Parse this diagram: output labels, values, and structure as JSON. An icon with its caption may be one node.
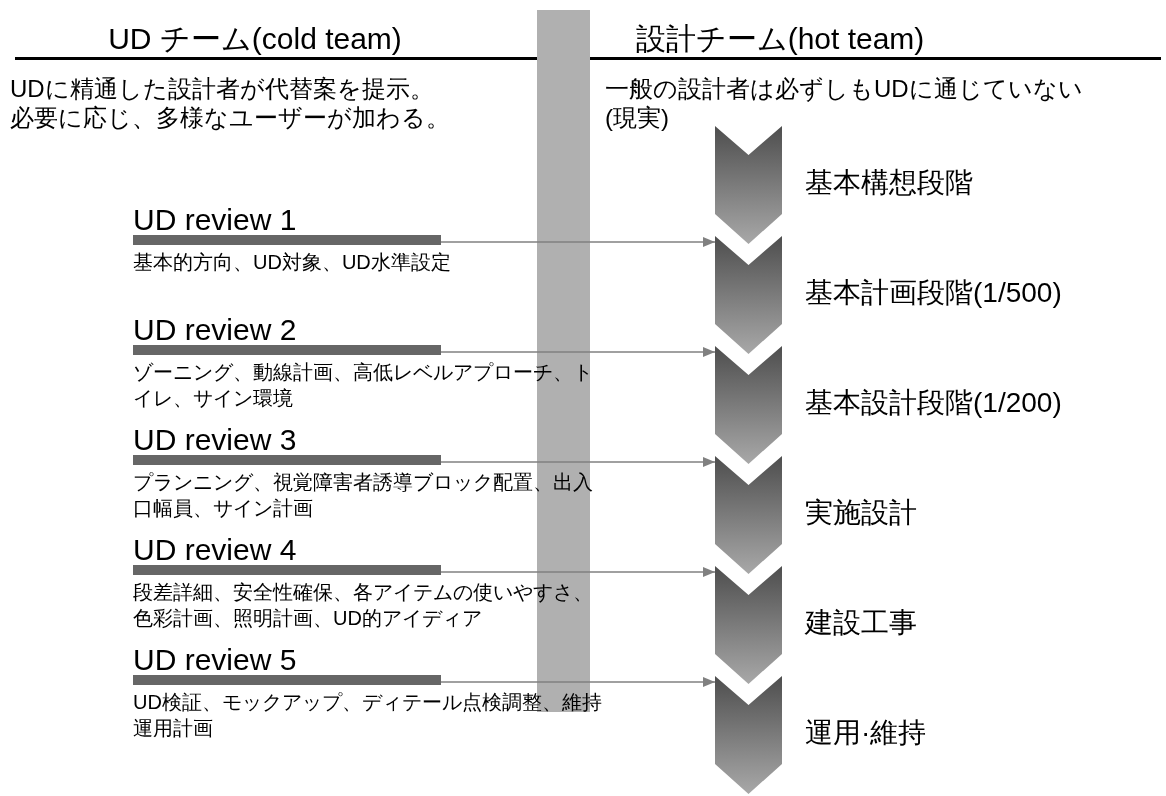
{
  "diagram": {
    "nodes": [
      {
        "text": [
          "UD review 1"
        ],
        "beside": [
          "基本的方向、UD対象、UD水準設定"
        ]
      },
      {
        "text": [
          "UD review 2"
        ],
        "beside": [
          "ゾーニング、動線計画、高低レベルアプローチ、トイレ、サイン環境"
        ]
      },
      {
        "text": [
          "UD review 3"
        ],
        "beside": [
          "プランニング、視覚障害者誘導ブロック配置、出入口幅員、サイン計画"
        ]
      },
      {
        "text": [
          "UD review 4"
        ],
        "beside": [
          "段差詳細、安全性確保、各アイテムの使いやすさ、色彩計画、照明計画、UD的アイディア"
        ]
      },
      {
        "text": [
          "UD review 5"
        ],
        "beside": [
          "UD検証、モックアップ、ディテール点検調整、維持運用計画"
        ]
      },
      {
        "text": [],
        "shape": "chevron",
        "beside": [
          "基本構想段階"
        ]
      },
      {
        "text": [],
        "shape": "chevron",
        "beside": [
          "基本計画段階(1/500)"
        ]
      },
      {
        "text": [],
        "shape": "chevron",
        "beside": [
          "基本設計段階(1/200)"
        ]
      },
      {
        "text": [],
        "shape": "chevron",
        "beside": [
          "実施設計"
        ]
      },
      {
        "text": [],
        "shape": "chevron",
        "beside": [
          "建設工事"
        ]
      },
      {
        "text": [],
        "shape": "chevron",
        "beside": [
          "運用·維持"
        ]
      }
    ],
    "edges": [
      {
        "from": 0,
        "to": 6,
        "arrow": "to"
      },
      {
        "from": 1,
        "to": 7,
        "arrow": "to"
      },
      {
        "from": 2,
        "to": 8,
        "arrow": "to"
      },
      {
        "from": 3,
        "to": 9,
        "arrow": "to"
      },
      {
        "from": 4,
        "to": 10,
        "arrow": "to"
      }
    ],
    "labels": [
      "UD チーム(cold team)",
      "設計チーム(hot team)",
      "UDに精通した設計者が代替案を提示。必要に応じ、多様なユーザーが加わる。",
      "一般の設計者は必ずしもUDに通じていない(現実)"
    ]
  }
}
